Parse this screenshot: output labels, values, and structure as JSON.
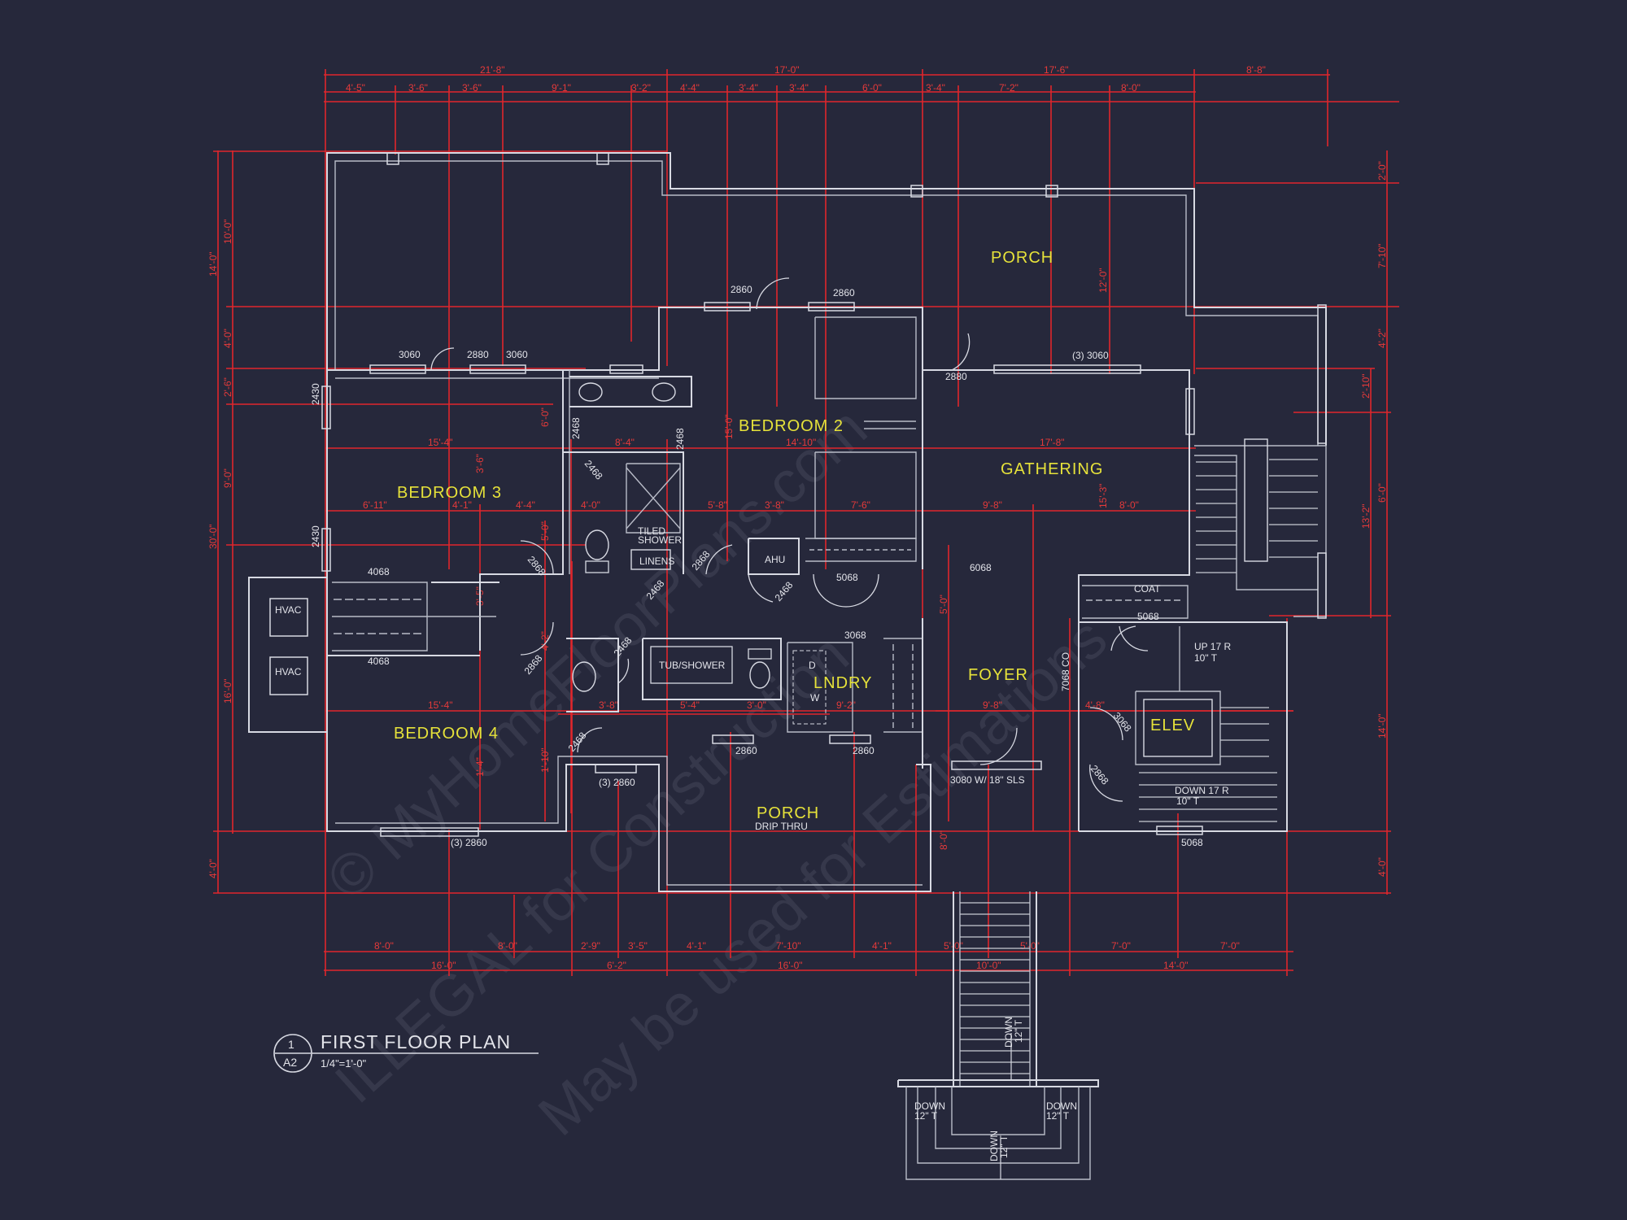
{
  "rooms": {
    "porch_north": "PORCH",
    "bedroom2": "BEDROOM 2",
    "bedroom3": "BEDROOM 3",
    "gathering": "GATHERING",
    "foyer": "FOYER",
    "laundry": "LNDRY",
    "bedroom4": "BEDROOM 4",
    "porch_south": "PORCH",
    "porch_south_sub": "DRIP THRU",
    "elev": "ELEV"
  },
  "fixtures": {
    "hvac1": "HVAC",
    "hvac2": "HVAC",
    "ahu": "AHU",
    "linens": "LINENS",
    "tiled_shower_1": "TILED",
    "tiled_shower_2": "SHOWER",
    "tub_shower": "TUB/SHOWER",
    "coat": "COAT",
    "dw_d": "D",
    "dw_w": "W"
  },
  "notes": {
    "d_2860_a": "2860",
    "d_2860_b": "2860",
    "d_3060_a": "3060",
    "d_2880_a": "2880",
    "d_3060_b": "3060",
    "d_2880_b": "2880",
    "d_3_3060": "(3) 3060",
    "d_2468_a": "2468",
    "d_2468_b": "2468",
    "d_2468_c": "2468",
    "d_2468_d": "2468",
    "d_2468_e": "2468",
    "d_2468_f": "2468",
    "d_2468_g": "2468",
    "d_2430_a": "2430",
    "d_2430_b": "2430",
    "d_4068_a": "4068",
    "d_4068_b": "4068",
    "d_2868_a": "2868",
    "d_2868_b": "2868",
    "d_2868_c": "2868",
    "d_2868_d": "2868",
    "d_5068_a": "5068",
    "d_6068": "6068",
    "d_3068_a": "3068",
    "d_5068_b": "5068",
    "d_7068co": "7068 CO",
    "d_3068_b": "3068",
    "up17": "UP 17 R",
    "up17b": "10\" T",
    "d_2860_c": "2860",
    "d_2860_d": "2860",
    "d_3_2860_a": "(3) 2860",
    "d_3080": "3080 W/ 18\" SLS",
    "down17": "DOWN 17 R",
    "down17b": "10\" T",
    "d_3_2860_b": "(3) 2860",
    "d_5068_c": "5068",
    "stair_down": "DOWN",
    "stair_down_t": "12\" T",
    "landing_down_l": "DOWN",
    "landing_down_l_t": "12\" T",
    "landing_down_r": "DOWN",
    "landing_down_r_t": "12\" T",
    "landing_down_c": "DOWN",
    "landing_down_c_t": "12\" T"
  },
  "dimensions": {
    "top_overall": [
      "21'-8\"",
      "17'-0\"",
      "17'-6\"",
      "8'-8\""
    ],
    "top_detail": [
      "4'-5\"",
      "3'-6\"",
      "3'-6\"",
      "9'-1\"",
      "3'-2\"",
      "4'-4\"",
      "3'-4\"",
      "3'-4\"",
      "6'-0\"",
      "3'-4\"",
      "7'-2\"",
      "8'-0\""
    ],
    "bottom_detail": [
      "8'-0\"",
      "8'-0\"",
      "2'-9\"",
      "3'-5\"",
      "4'-1\"",
      "7'-10\"",
      "4'-1\"",
      "5'-0\"",
      "5'-0\"",
      "7'-0\"",
      "7'-0\""
    ],
    "bottom_overall": [
      "16'-0\"",
      "6'-2\"",
      "16'-0\"",
      "10'-0\"",
      "14'-0\""
    ],
    "left": [
      "14'-0\"",
      "10'-0\"",
      "4'-0\"",
      "2'-6\"",
      "9'-0\"",
      "30'-0\"",
      "16'-0\"",
      "4'-0\""
    ],
    "right": [
      "2'-0\"",
      "7'-10\"",
      "4'-2\"",
      "2'-10\"",
      "6'-0\"",
      "13'-2\"",
      "14'-0\"",
      "4'-0\""
    ],
    "interior": [
      "15'-4\"",
      "8'-4\"",
      "14'-10\"",
      "17'-8\"",
      "6'-11\"",
      "4'-1\"",
      "4'-4\"",
      "4'-0\"",
      "5'-8\"",
      "3'-8\"",
      "7'-6\"",
      "9'-8\"",
      "8'-0\"",
      "15'-4\"",
      "3'-8\"",
      "5'-4\"",
      "3'-0\"",
      "9'-2\"",
      "9'-8\"",
      "4'-8\"",
      "6'-0\"",
      "15'-0\"",
      "12'-0\"",
      "15'-3\"",
      "3'-6\"",
      "5'-0\"",
      "3'-5\"",
      "4'-2\"",
      "1'-10\"",
      "1'-4\"",
      "5'-0\"",
      "8'-0\""
    ]
  },
  "title_block": {
    "number": "1",
    "sheet": "A2",
    "title": "FIRST FLOOR PLAN",
    "scale": "1/4\"=1'-0\""
  },
  "watermark": {
    "line1": "© MyHomeFloorPlans.com",
    "line2": "ILLEGAL for Construction",
    "line3": "May be used for Estimations"
  },
  "colors": {
    "background": "#26283b",
    "walls": "#d7d9e2",
    "dimensions": "#e0262c",
    "room_labels": "#e6e23a"
  }
}
